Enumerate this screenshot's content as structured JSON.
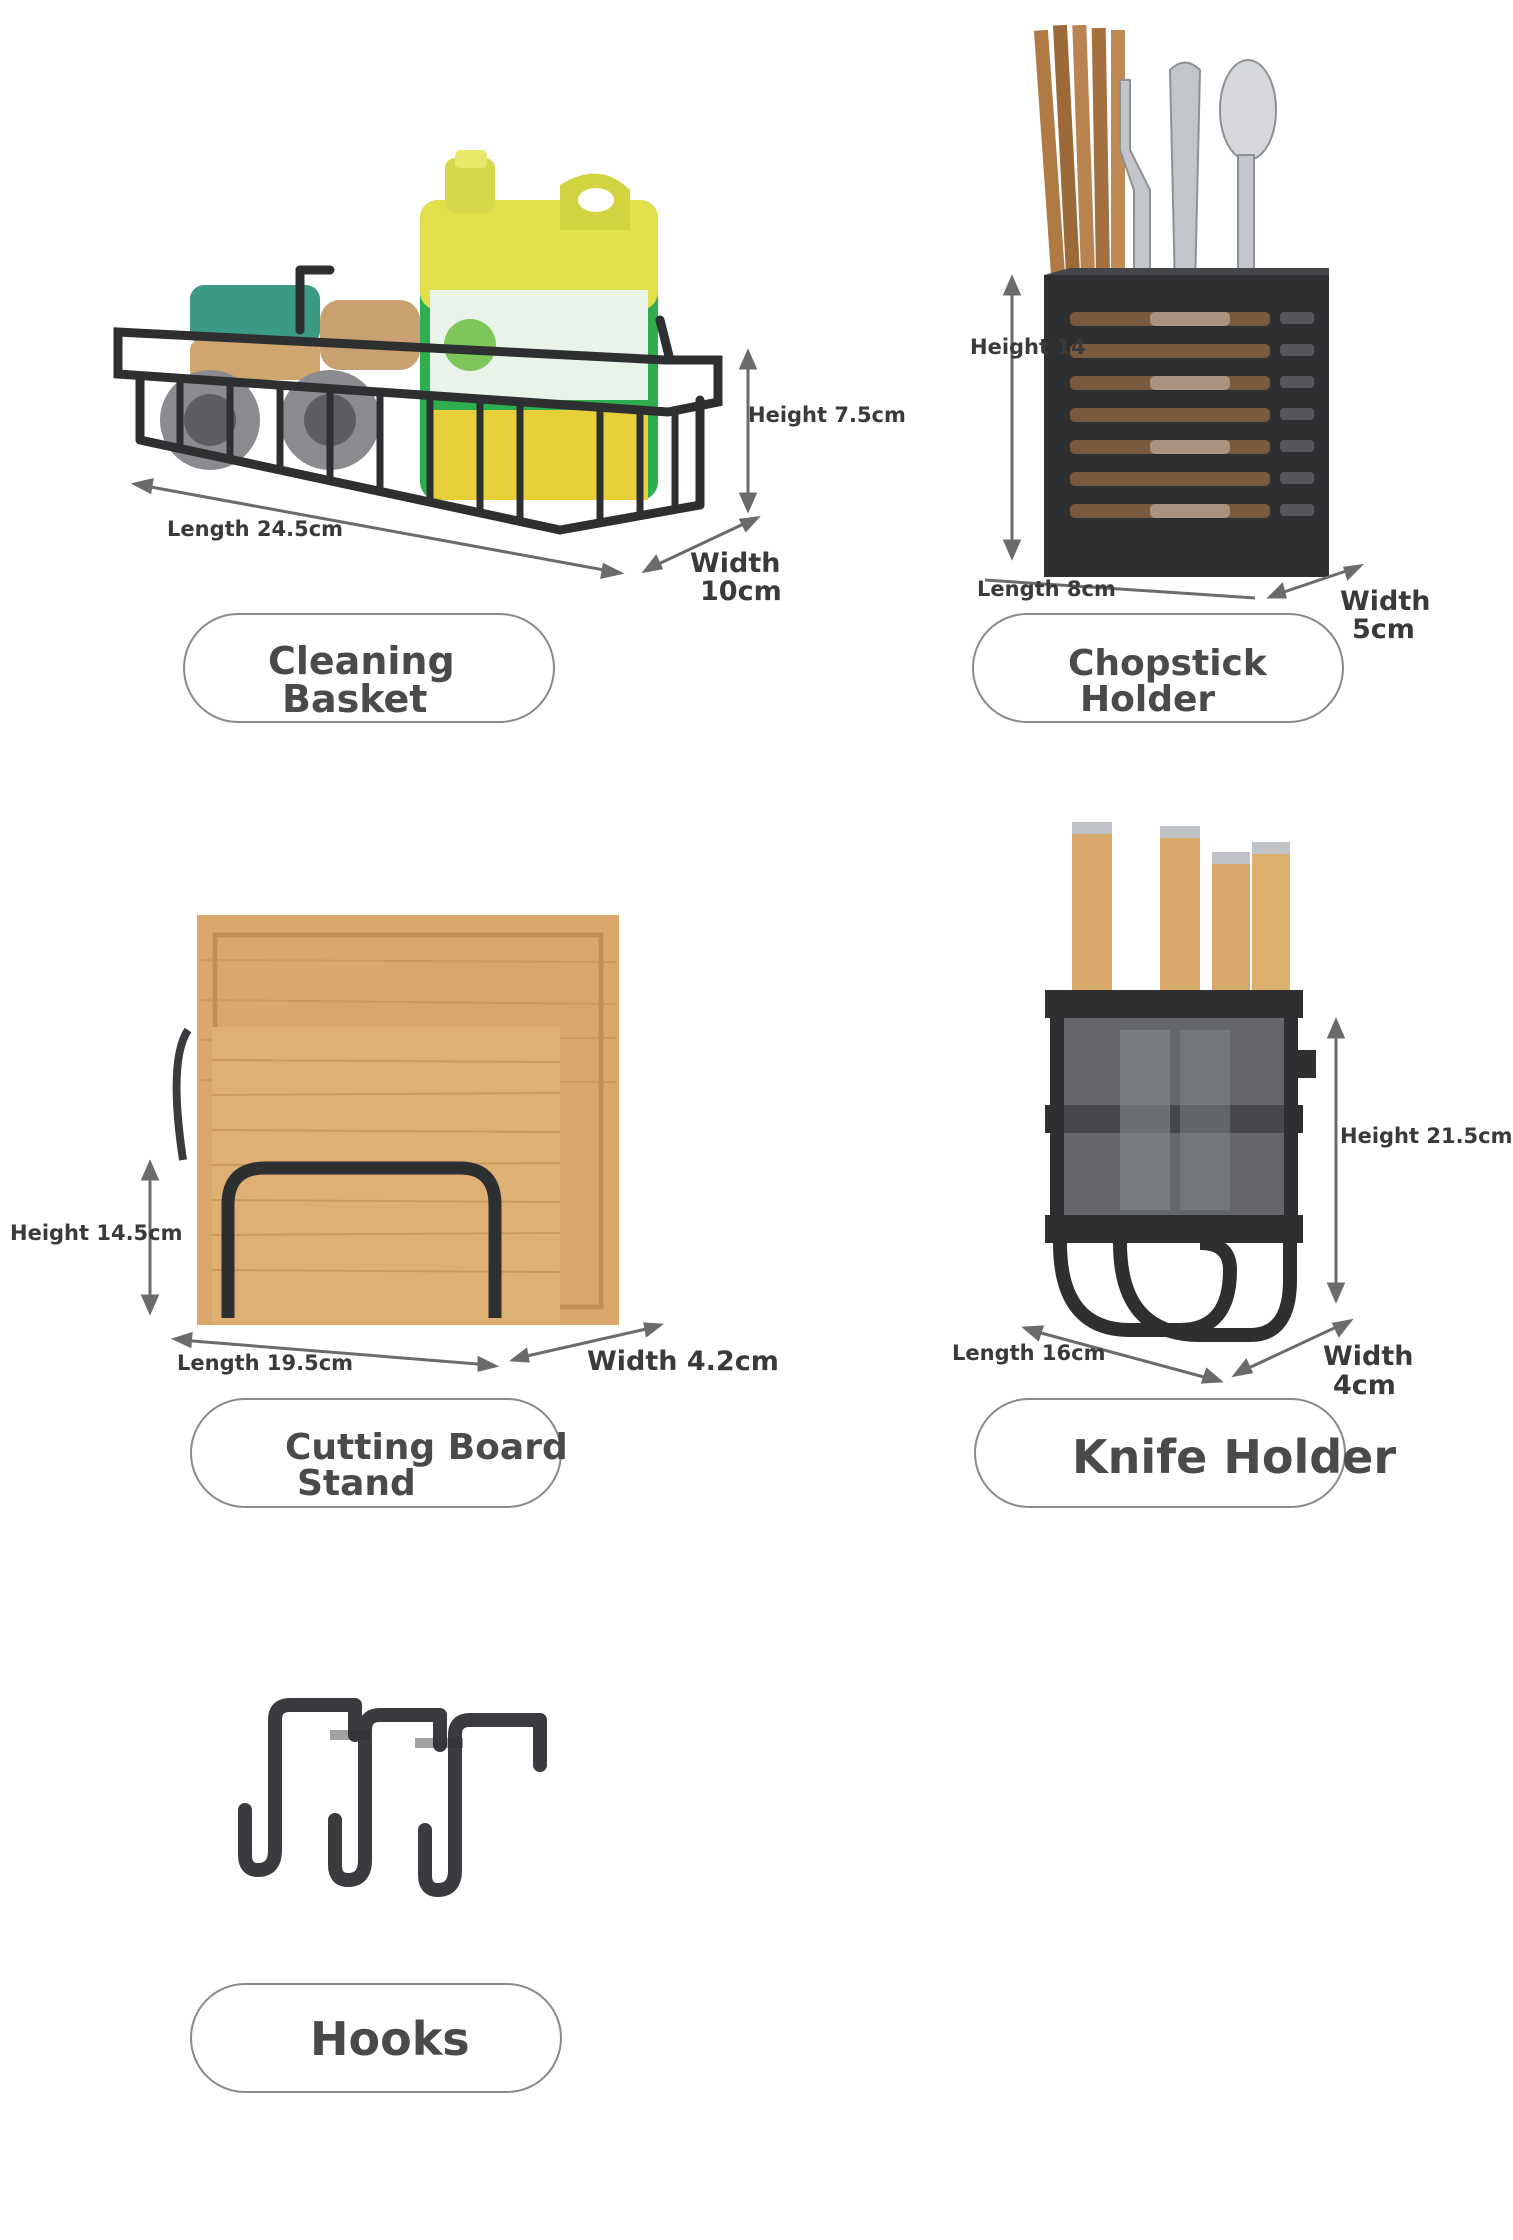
{
  "products": [
    {
      "name_line1": "Cleaning",
      "name_line2": "Basket",
      "length": "Length 24.5cm",
      "height": "Height 7.5cm",
      "width_line1": "Width",
      "width_line2": "10cm"
    },
    {
      "name_line1": "Chopstick",
      "name_line2": "Holder",
      "length": "Length 8cm",
      "height": "Height 14",
      "width_line1": "Width",
      "width_line2": "5cm"
    },
    {
      "name_line1": "Cutting Board",
      "name_line2": "Stand",
      "length": "Length 19.5cm",
      "height": "Height 14.5cm",
      "width": "Width 4.2cm"
    },
    {
      "name": "Knife Holder",
      "length": "Length 16cm",
      "height": "Height 21.5cm",
      "width_line1": "Width",
      "width_line2": "4cm"
    },
    {
      "name": "Hooks"
    }
  ],
  "colors": {
    "metal": "#2e2f31",
    "wood": "#d9a86a",
    "wood_dark": "#b9844a",
    "arrow": "#6b6b6b",
    "pill_border": "#8a8a8a",
    "text": "#3a3a3a"
  },
  "icons": [
    "basket-illustration",
    "chopstick-holder-illustration",
    "cutting-board-illustration",
    "knife-holder-illustration",
    "hooks-illustration"
  ]
}
